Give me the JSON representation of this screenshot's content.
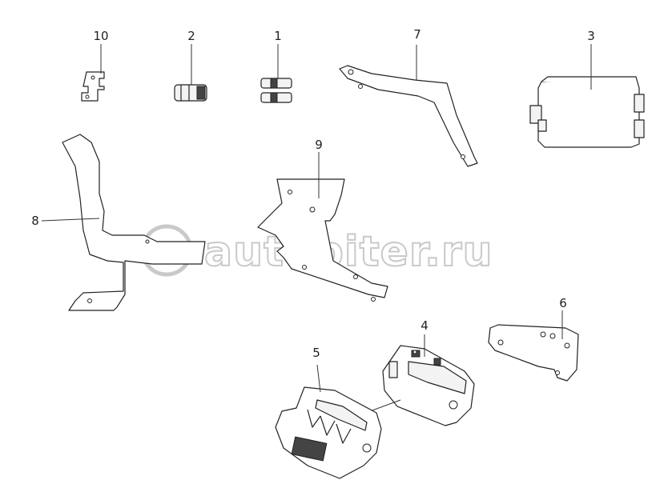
{
  "watermark": {
    "text": "autopiter.ru"
  },
  "callouts": [
    {
      "id": "c10",
      "label": "10"
    },
    {
      "id": "c2",
      "label": "2"
    },
    {
      "id": "c1",
      "label": "1"
    },
    {
      "id": "c7",
      "label": "7"
    },
    {
      "id": "c3",
      "label": "3"
    },
    {
      "id": "c9",
      "label": "9"
    },
    {
      "id": "c8",
      "label": "8"
    },
    {
      "id": "c6",
      "label": "6"
    },
    {
      "id": "c4",
      "label": "4"
    },
    {
      "id": "c5",
      "label": "5"
    }
  ]
}
